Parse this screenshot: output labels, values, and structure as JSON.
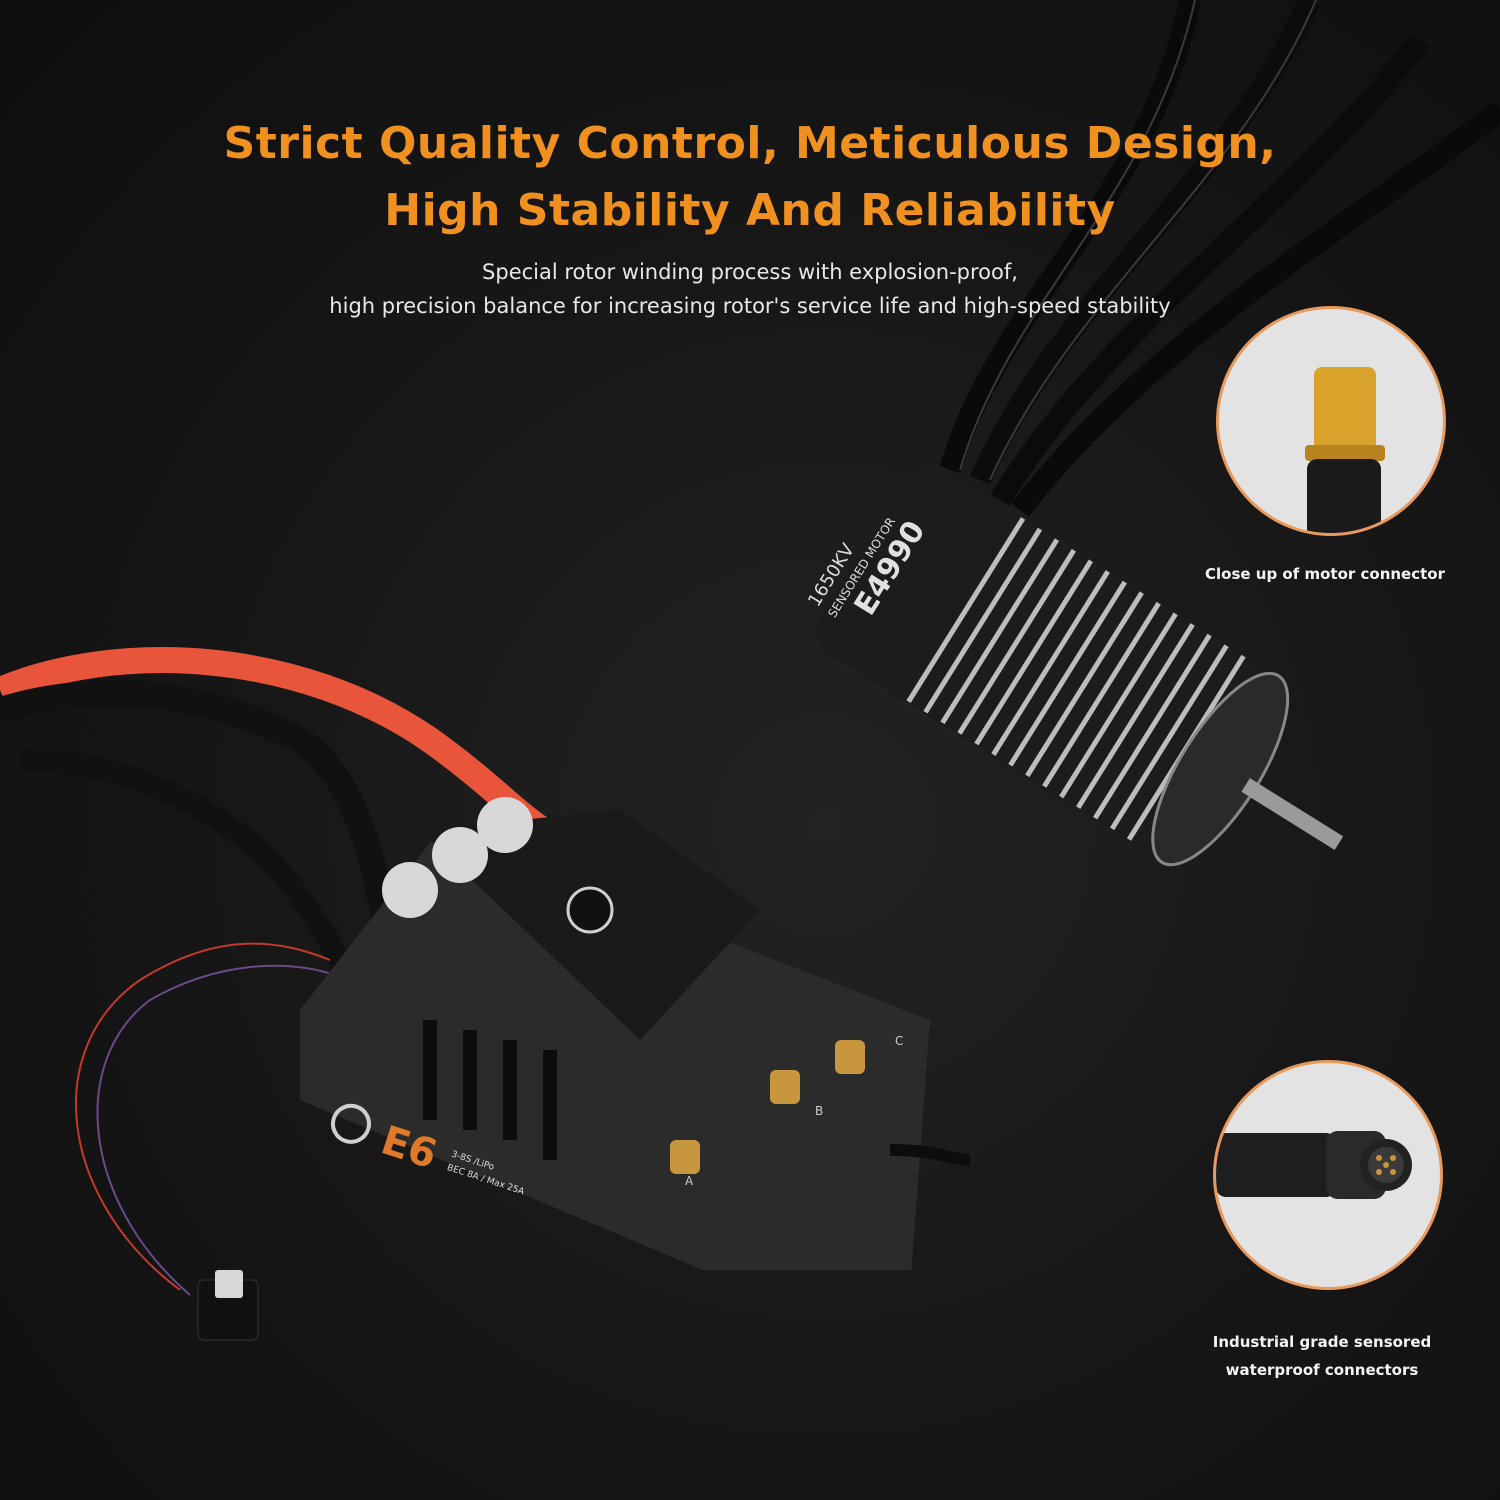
{
  "headline": {
    "line1": "Strict Quality Control, Meticulous Design,",
    "line2": "High Stability And Reliability"
  },
  "subtitle": {
    "line1": "Special rotor winding process with explosion-proof,",
    "line2": "high precision balance for increasing rotor's service life and high-speed stability"
  },
  "callouts": [
    {
      "caption": "Close up of motor connector"
    },
    {
      "caption_line1": "Industrial grade sensored",
      "caption_line2": "waterproof connectors"
    }
  ],
  "motor": {
    "kv": "1650KV",
    "type": "SENSORED MOTOR",
    "model": "E4990"
  },
  "esc": {
    "model": "E6",
    "spec1": "3-8S /LiPo",
    "spec2": "BEC 8A / Max 25A",
    "terminals": [
      "A",
      "B",
      "C"
    ]
  },
  "colors": {
    "accent": "#f0901e",
    "background": "#141414",
    "circle_border": "#e89a5c"
  }
}
